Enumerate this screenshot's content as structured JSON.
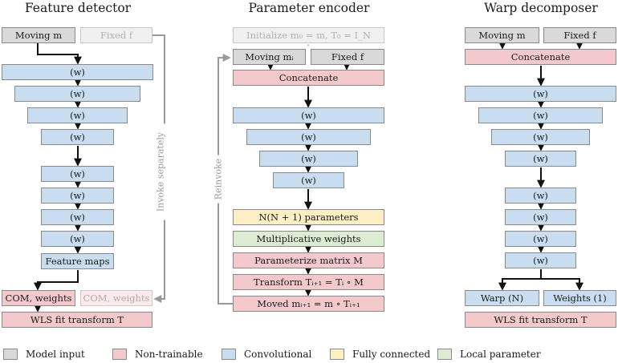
{
  "columns": {
    "feature_detector": {
      "title": "Feature detector",
      "moving": "Moving m",
      "fixed": "Fixed f",
      "conv": "(w)",
      "feature_maps": "Feature maps",
      "com_weights": "COM, weights",
      "com_weights_faded": "COM, weights",
      "wls": "WLS fit transform T",
      "invoke_label": "Invoke separately"
    },
    "parameter_encoder": {
      "title": "Parameter encoder",
      "initialize": "Initialize m₀ = m, T₀ = I_N",
      "moving": "Moving mᵢ",
      "fixed": "Fixed f",
      "concatenate": "Concatenate",
      "conv": "(w)",
      "fully_connected": "N(N + 1) parameters",
      "multiplicative": "Multiplicative weights",
      "parameterize": "Parameterize matrix M",
      "transform": "Transform Tᵢ₊₁ = Tᵢ ∘ M",
      "moved": "Moved mᵢ₊₁ = m ∘ Tᵢ₊₁",
      "reinvoke_label": "Reinvoke"
    },
    "warp_decomposer": {
      "title": "Warp decomposer",
      "moving": "Moving m",
      "fixed": "Fixed f",
      "concatenate": "Concatenate",
      "conv": "(w)",
      "warp": "Warp (N)",
      "weights": "Weights (1)",
      "wls": "WLS fit transform T"
    }
  },
  "legend": [
    {
      "label": "Model input",
      "color": "#d9d9d9"
    },
    {
      "label": "Non-trainable",
      "color": "#f4c9cb"
    },
    {
      "label": "Convolutional",
      "color": "#c9ddf1"
    },
    {
      "label": "Fully connected",
      "color": "#fdeec4"
    },
    {
      "label": "Local parameter",
      "color": "#dbecd3"
    }
  ]
}
